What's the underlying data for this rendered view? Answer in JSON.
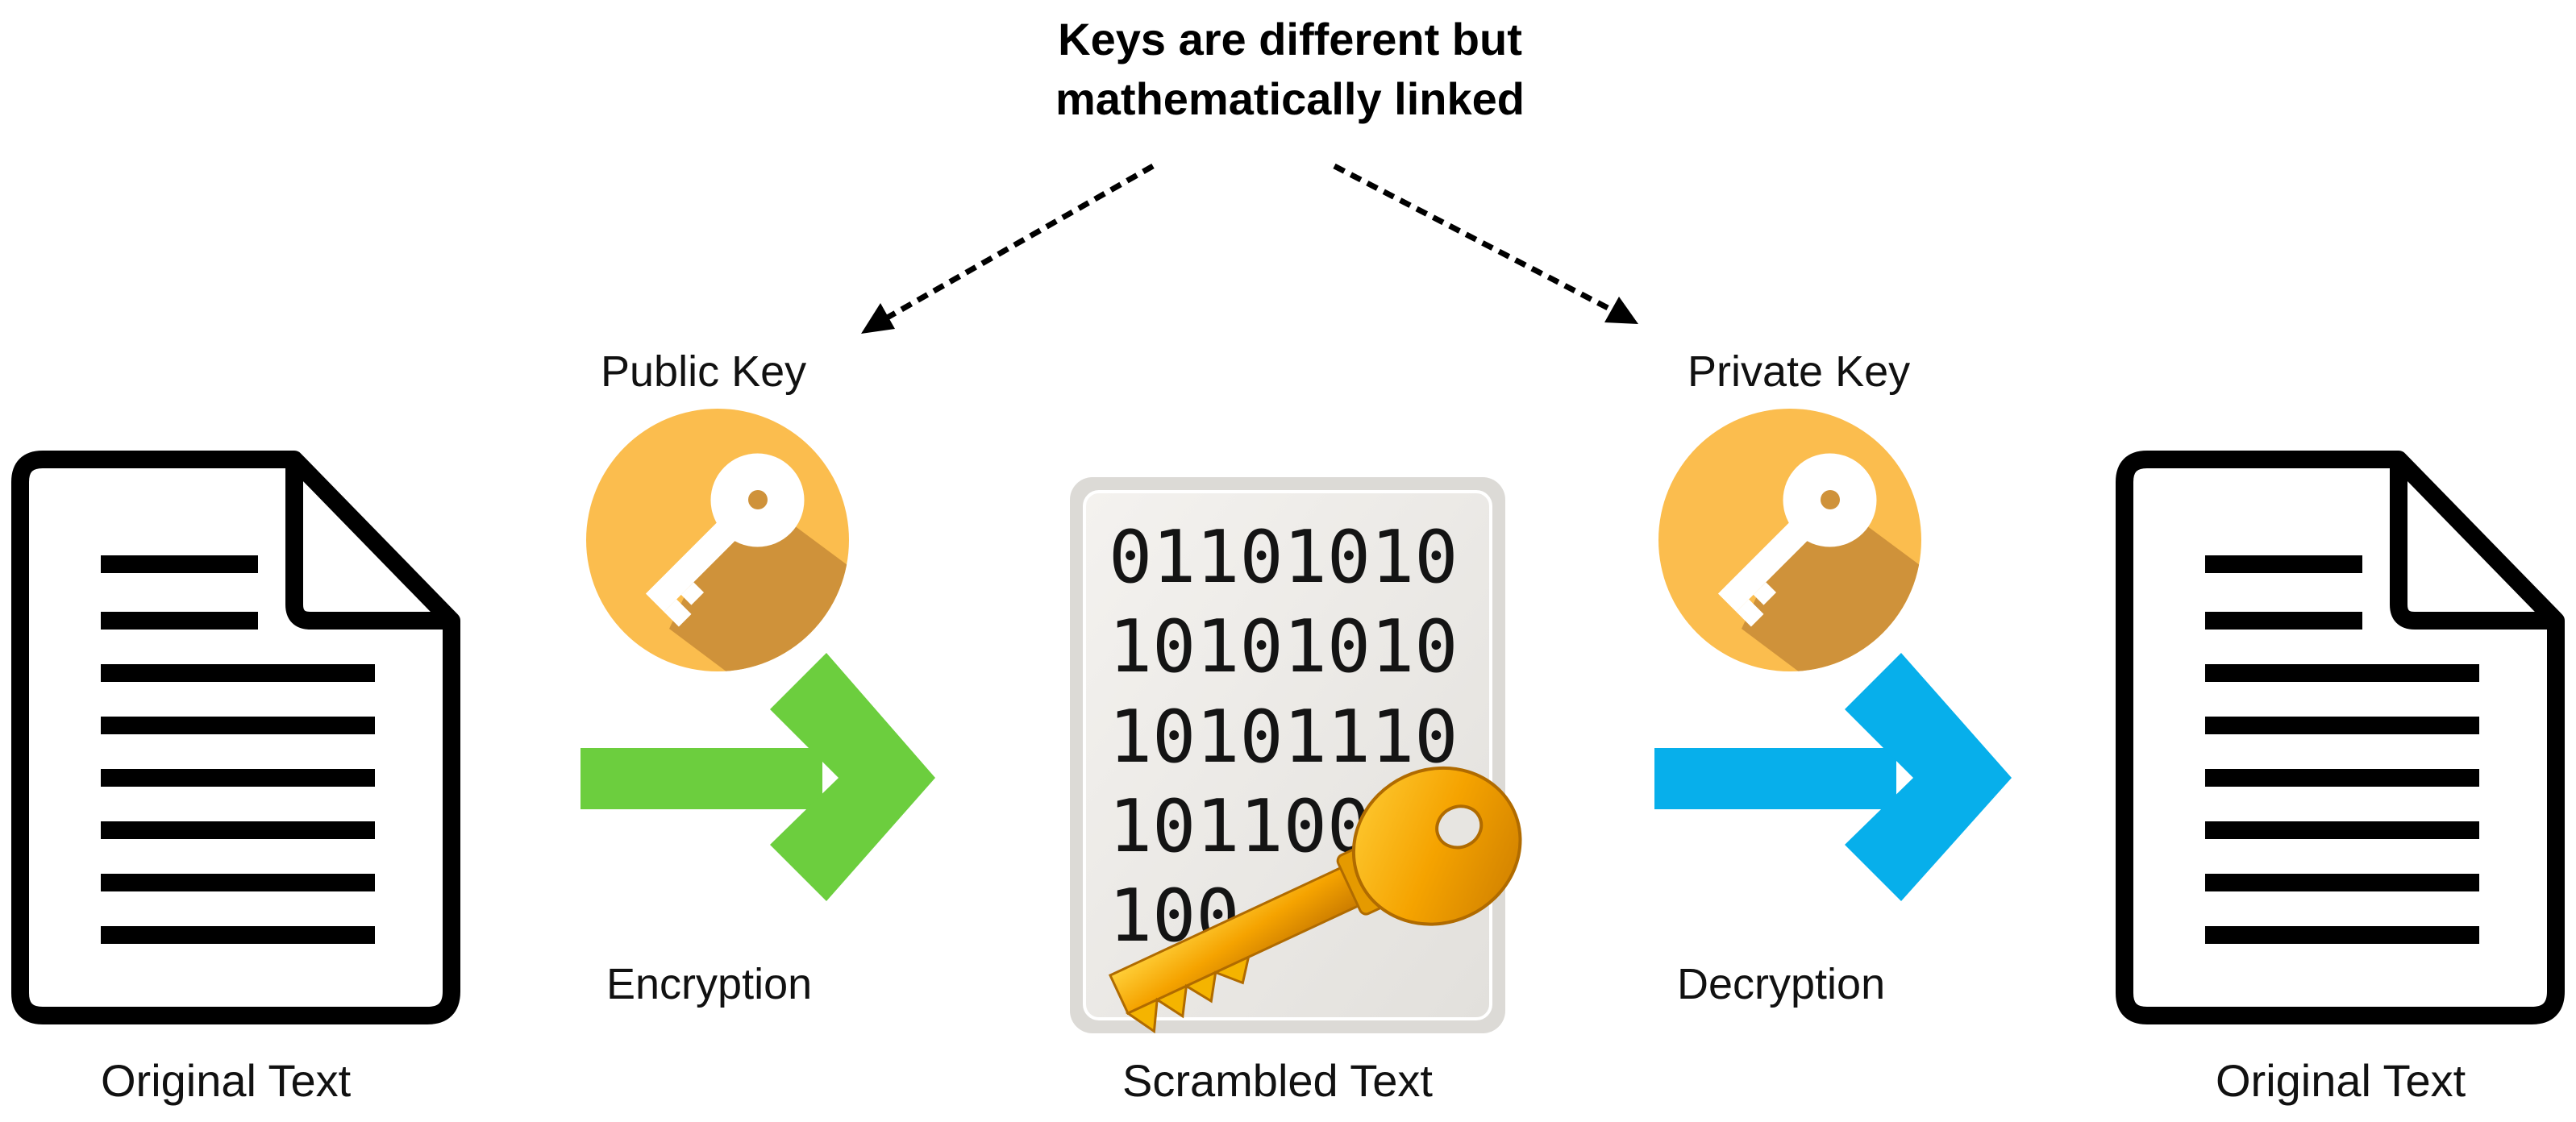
{
  "headline": {
    "line1": "Keys are different but",
    "line2": "mathematically linked"
  },
  "public_key_label": "Public Key",
  "private_key_label": "Private Key",
  "encryption_label": "Encryption",
  "decryption_label": "Decryption",
  "left_document_label": "Original Text",
  "right_document_label": "Original Text",
  "scrambled_label": "Scrambled Text",
  "binary_lines": [
    "01101010",
    "10101010",
    "10101110",
    "1011001",
    "100"
  ],
  "icons": {
    "left_document": "document-icon",
    "right_document": "document-icon",
    "public_key": "key-circle-icon",
    "private_key": "key-circle-icon",
    "encrypt_arrow": "arrow-right-icon",
    "decrypt_arrow": "arrow-right-icon",
    "scrambled": "binary-document-with-gold-key-icon"
  },
  "colors": {
    "key_circle": "#FBBD4E",
    "key_circle_shadow": "#CF923A",
    "encrypt_arrow": "#6CCE3E",
    "decrypt_arrow": "#07AFEB",
    "gold_key": "#F5A300"
  }
}
